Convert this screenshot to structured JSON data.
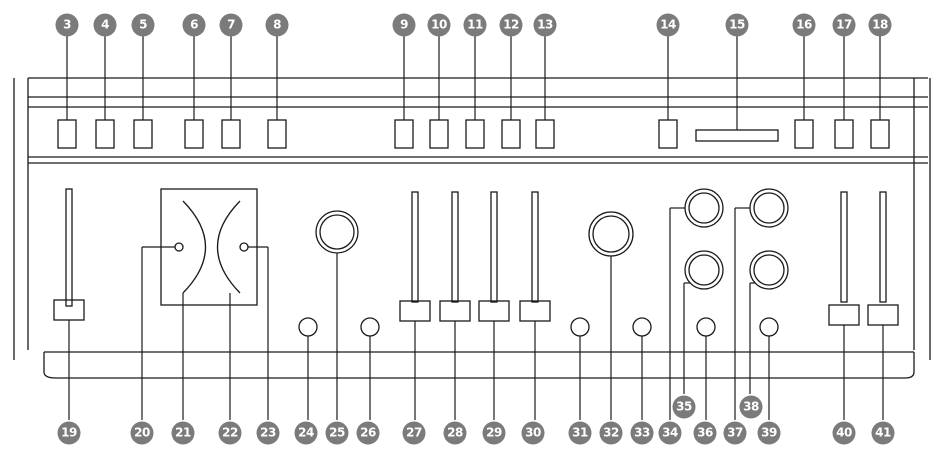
{
  "diagram": {
    "labels": {
      "c3": "3",
      "c4": "4",
      "c5": "5",
      "c6": "6",
      "c7": "7",
      "c8": "8",
      "c9": "9",
      "c10": "10",
      "c11": "11",
      "c12": "12",
      "c13": "13",
      "c14": "14",
      "c15": "15",
      "c16": "16",
      "c17": "17",
      "c18": "18",
      "c19": "19",
      "c20": "20",
      "c21": "21",
      "c22": "22",
      "c23": "23",
      "c24": "24",
      "c25": "25",
      "c26": "26",
      "c27": "27",
      "c28": "28",
      "c29": "29",
      "c30": "30",
      "c31": "31",
      "c32": "32",
      "c33": "33",
      "c34": "34",
      "c35": "35",
      "c36": "36",
      "c37": "37",
      "c38": "38",
      "c39": "39",
      "c40": "40",
      "c41": "41"
    },
    "colors": {
      "line": "#1a1a1a",
      "callout_fill": "#7b7b7b",
      "callout_text": "#ffffff",
      "background": "#ffffff"
    }
  }
}
